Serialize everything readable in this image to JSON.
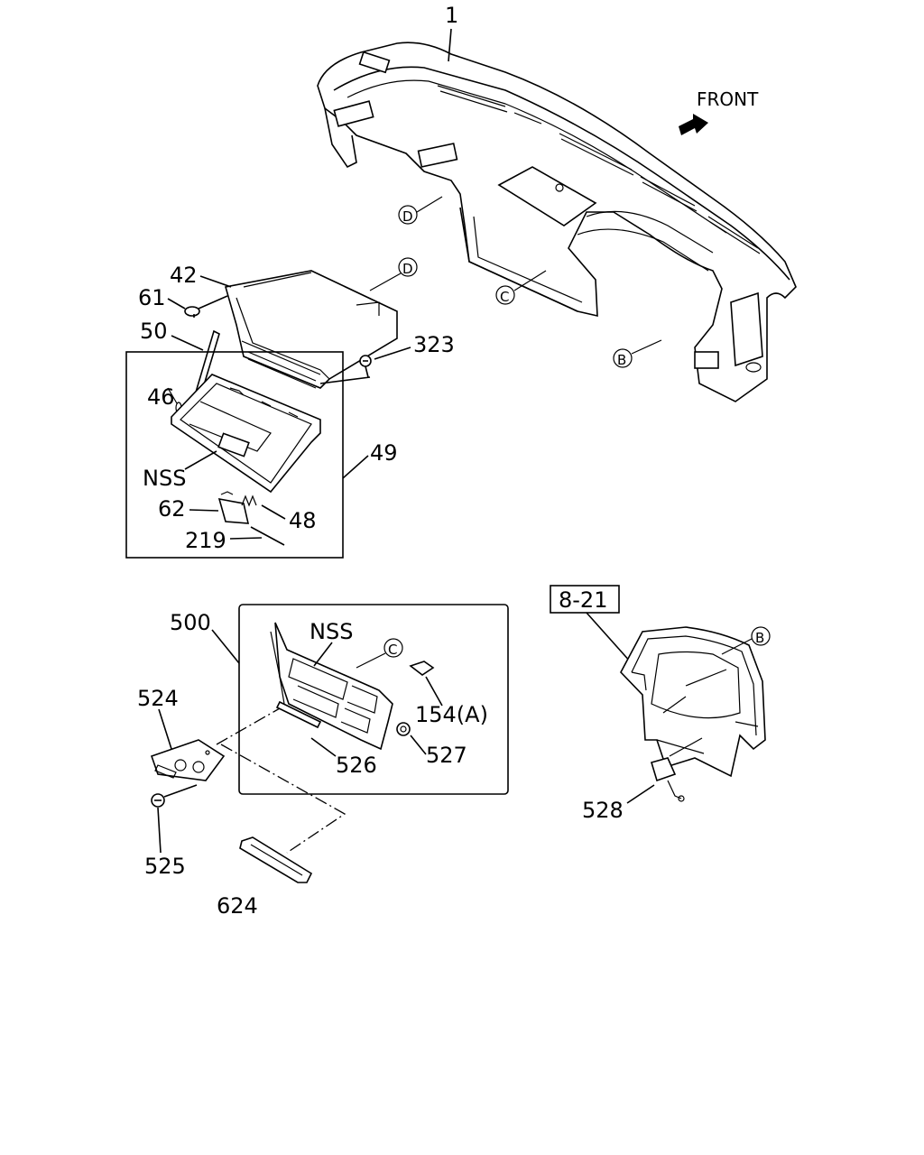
{
  "front_label": "FRONT",
  "ref_box": "8-21",
  "labels": {
    "p1": "1",
    "p42": "42",
    "p61": "61",
    "p50": "50",
    "p46": "46",
    "p323": "323",
    "p49": "49",
    "nss_glovebox": "NSS",
    "p62": "62",
    "p48": "48",
    "p219": "219",
    "p500": "500",
    "nss_panel": "NSS",
    "p154": "154(A)",
    "p524": "524",
    "p526": "526",
    "p527": "527",
    "p525": "525",
    "p624": "624",
    "p528": "528"
  },
  "callouts": {
    "d_top": "D",
    "d_glove": "D",
    "c_dash": "C",
    "b_dash": "B",
    "c_panel": "C",
    "b_cluster": "B"
  }
}
